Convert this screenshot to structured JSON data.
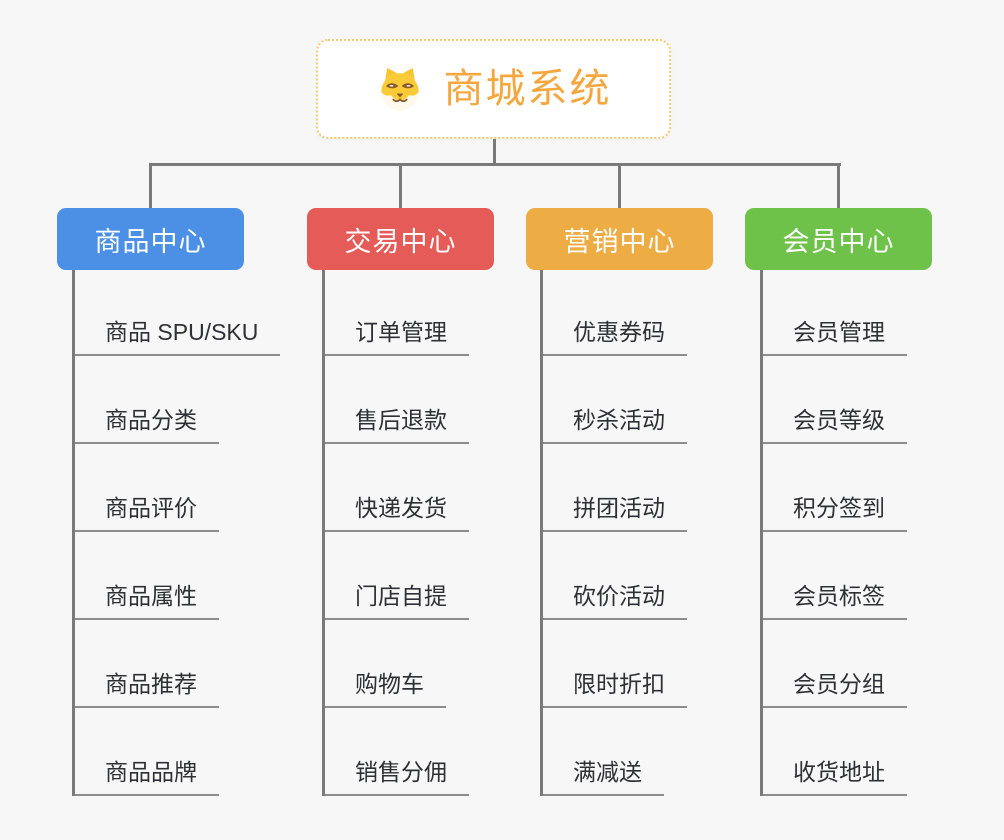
{
  "page": {
    "background": "#F7F7F7",
    "connector_color": "#7A7A7A"
  },
  "root": {
    "title": "商城系统",
    "icon": "dog-face-icon",
    "title_color": "#F5A73E",
    "border_color": "#F8C76E"
  },
  "branches": [
    {
      "id": "product-center",
      "label": "商品中心",
      "color": "#4B90E4",
      "children": [
        "商品 SPU/SKU",
        "商品分类",
        "商品评价",
        "商品属性",
        "商品推荐",
        "商品品牌"
      ]
    },
    {
      "id": "trade-center",
      "label": "交易中心",
      "color": "#E45B58",
      "children": [
        "订单管理",
        "售后退款",
        "快递发货",
        "门店自提",
        "购物车",
        "销售分佣"
      ]
    },
    {
      "id": "marketing-center",
      "label": "营销中心",
      "color": "#EDAC44",
      "children": [
        "优惠券码",
        "秒杀活动",
        "拼团活动",
        "砍价活动",
        "限时折扣",
        "满减送"
      ]
    },
    {
      "id": "member-center",
      "label": "会员中心",
      "color": "#6EC24A",
      "children": [
        "会员管理",
        "会员等级",
        "积分签到",
        "会员标签",
        "会员分组",
        "收货地址"
      ]
    }
  ]
}
